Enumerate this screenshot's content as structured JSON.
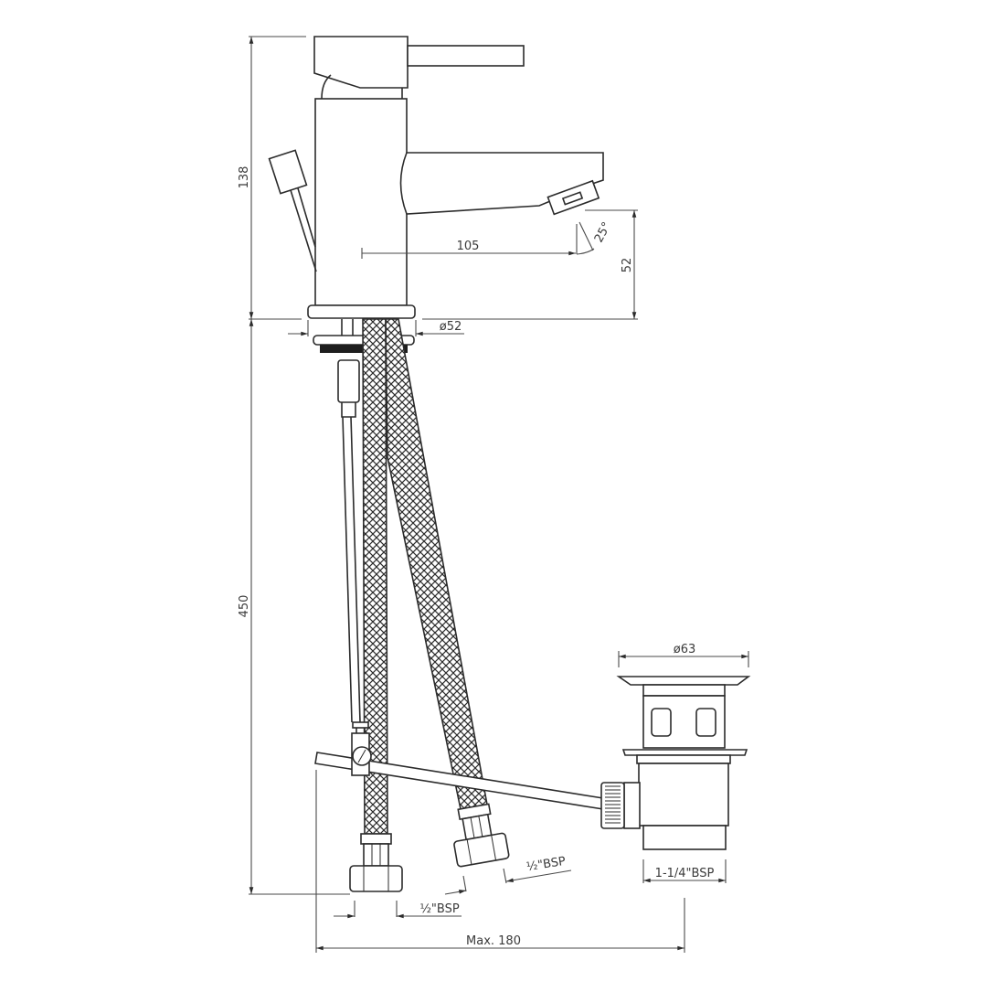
{
  "drawing": {
    "title": "Basin mixer with pop-up waste - technical drawing",
    "dimensions": {
      "tap_height": "138",
      "spout_reach": "105",
      "spout_clearance": "52",
      "aerator_angle": "25°",
      "base_diameter": "ø52",
      "hose_length": "450",
      "waste_diameter": "ø63",
      "waste_thread": "1-1/4\"BSP",
      "hose_thread_left": "½\"BSP",
      "hose_thread_right": "½\"BSP",
      "max_spread": "Max. 180"
    },
    "colors": {
      "line": "#2b2b2b",
      "dimension": "#4a4a4a",
      "background": "#ffffff"
    }
  }
}
